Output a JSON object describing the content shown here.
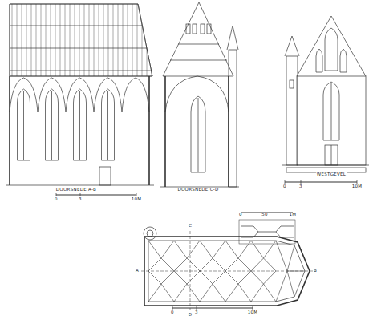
{
  "diagram": {
    "labels": [
      "DOORSNEDE A-B",
      "DOORSNEDE C-D",
      "WESTGEVEL",
      "0",
      "3",
      "10M",
      "0",
      "3",
      "10M",
      "0",
      "50",
      "1M",
      "A",
      "B",
      "C",
      "D",
      "0",
      "3",
      "10M"
    ]
  }
}
